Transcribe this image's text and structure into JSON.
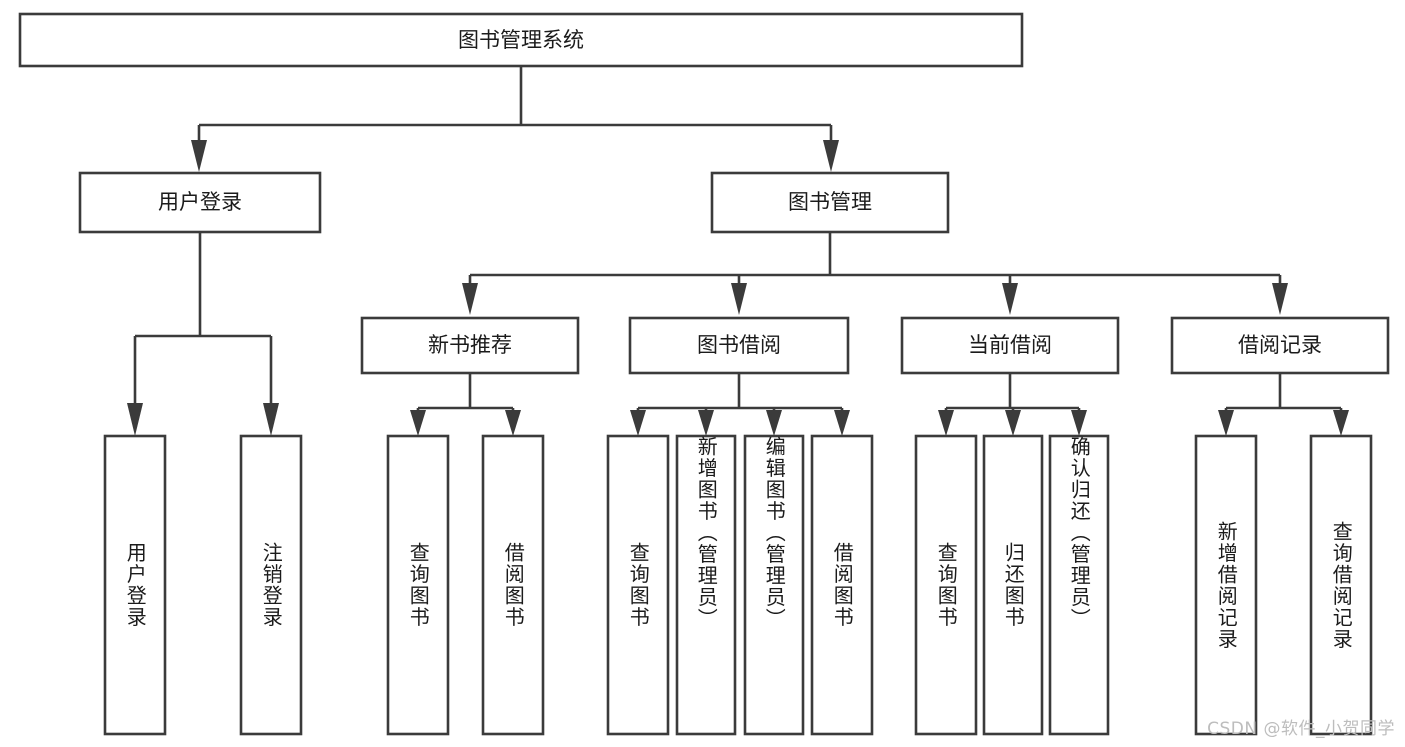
{
  "diagram": {
    "title": "图书管理系统",
    "type": "tree",
    "colors": {
      "box_stroke": "#3b3b3b",
      "box_fill": "#ffffff",
      "connector": "#3b3b3b",
      "text": "#1b1b1b",
      "watermark": "#bdbdbd",
      "background": "#ffffff"
    },
    "root": {
      "label": "图书管理系统"
    },
    "level1": [
      {
        "label": "用户登录"
      },
      {
        "label": "图书管理"
      }
    ],
    "level2": [
      {
        "label": "新书推荐"
      },
      {
        "label": "图书借阅"
      },
      {
        "label": "当前借阅"
      },
      {
        "label": "借阅记录"
      }
    ],
    "leaves": {
      "user_login": [
        {
          "label": "用户登录"
        },
        {
          "label": "注销登录"
        }
      ],
      "new_book_recommend": [
        {
          "label": "查询图书"
        },
        {
          "label": "借阅图书"
        }
      ],
      "book_borrow": [
        {
          "label": "查询图书"
        },
        {
          "label": "新增图书（管理员）"
        },
        {
          "label": "编辑图书（管理员）"
        },
        {
          "label": "借阅图书"
        }
      ],
      "current_borrow": [
        {
          "label": "查询图书"
        },
        {
          "label": "归还图书"
        },
        {
          "label": "确认归还（管理员）"
        }
      ],
      "borrow_record": [
        {
          "label": "新增借阅记录"
        },
        {
          "label": "查询借阅记录"
        }
      ]
    }
  },
  "watermark": {
    "text": "CSDN @软件_小贺同学"
  }
}
